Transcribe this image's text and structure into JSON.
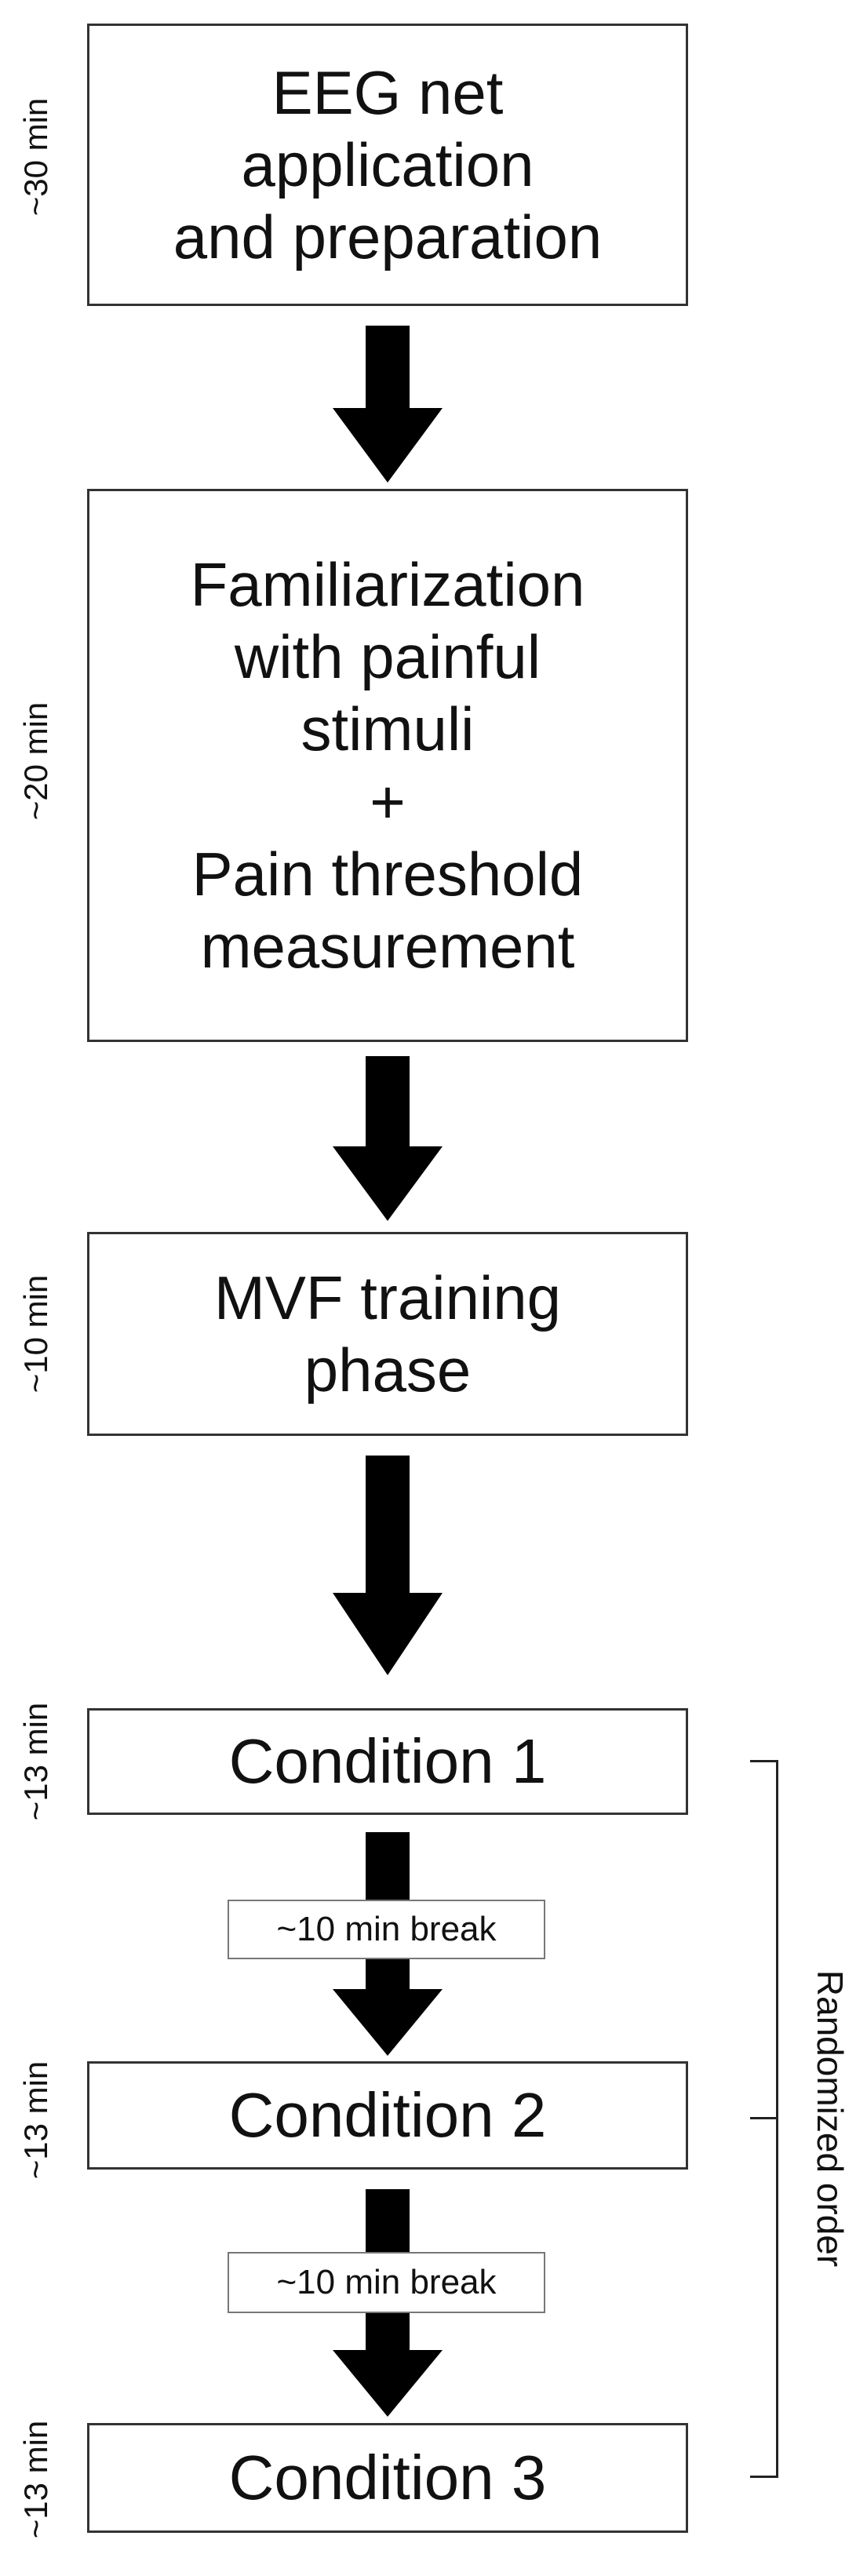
{
  "steps": [
    {
      "label": "EEG net\napplication\nand preparation",
      "duration": "~30 min"
    },
    {
      "label": "Familiarization\nwith painful\nstimuli\n+\nPain threshold\nmeasurement",
      "duration": "~20 min"
    },
    {
      "label": "MVF training\nphase",
      "duration": "~10 min"
    },
    {
      "label": "Condition 1",
      "duration": "~13 min"
    },
    {
      "label": "Condition 2",
      "duration": "~13 min"
    },
    {
      "label": "Condition 3",
      "duration": "~13 min"
    }
  ],
  "breaks": [
    "~10 min break",
    "~10 min break"
  ],
  "randomization": {
    "label": "Randomized order"
  }
}
